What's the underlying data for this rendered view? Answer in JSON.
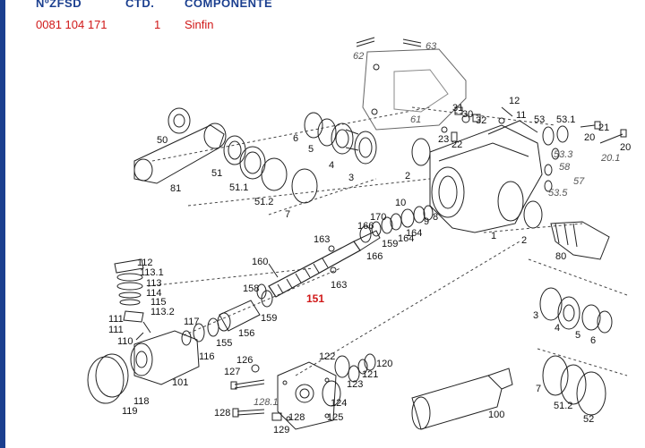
{
  "header": {
    "col_nzfsd": "NºZFSD",
    "col_ctd": "CTD.",
    "col_componente": "COMPONENTE"
  },
  "row": {
    "nzfsd": "0081 104 171",
    "ctd": "1",
    "componente": "Sinfin"
  },
  "callouts": {
    "c1": "1",
    "c2a": "2",
    "c2b": "2",
    "c3a": "3",
    "c3b": "3",
    "c4a": "4",
    "c4b": "4",
    "c5a": "5",
    "c5b": "5",
    "c6a": "6",
    "c6b": "6",
    "c7a": "7",
    "c7b": "7",
    "c8": "8",
    "c9": "9",
    "c10": "10",
    "c11": "11",
    "c12": "12",
    "c20a": "20",
    "c20b": "20",
    "c21": "21",
    "c22": "22",
    "c23": "23",
    "c30": "30",
    "c31": "31",
    "c32": "32",
    "c50": "50",
    "c51": "51",
    "c511": "51.1",
    "c512a": "51.2",
    "c512b": "51.2",
    "c52": "52",
    "c53": "53",
    "c531": "53.1",
    "c533": "53.3",
    "c535": "53.5",
    "c58": "58",
    "c57": "57",
    "c61": "61",
    "c62": "62",
    "c63": "63",
    "c80": "80",
    "c81": "81",
    "c100": "100",
    "c101": "101",
    "c110": "110",
    "c111a": "111",
    "c111b": "111",
    "c112": "112",
    "c1131": "113.1",
    "c113": "113",
    "c114": "114",
    "c115": "115",
    "c1132": "113.2",
    "c116": "116",
    "c117": "117",
    "c118": "118",
    "c119": "119",
    "c120": "120",
    "c121": "121",
    "c122": "122",
    "c123": "123",
    "c124": "124",
    "c125": "125",
    "c126": "126",
    "c127": "127",
    "c128a": "128",
    "c128b": "128",
    "c1281": "128.1",
    "c129": "129",
    "c151": "151",
    "c155": "155",
    "c156": "156",
    "c158": "158",
    "c159a": "159",
    "c159b": "159",
    "c160": "160",
    "c163a": "163",
    "c163b": "163",
    "c164a": "164",
    "c164b": "164",
    "c166a": "166",
    "c166b": "166",
    "c170": "170",
    "c201": "20.1"
  }
}
